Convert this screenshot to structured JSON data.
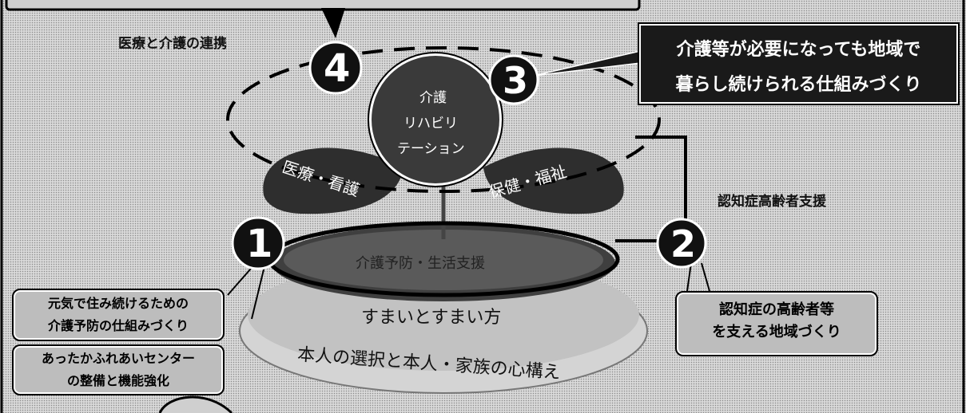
{
  "labels": {
    "medical_care_link": "医療と介護の連携",
    "dementia_support": "認知症高齢者支援"
  },
  "callouts": {
    "c3_line1": "介護等が必要になっても地域で",
    "c3_line2": "暮らし続けられる仕組みづくり",
    "c1_line1": "元気で住み続けるための",
    "c1_line2": "介護予防の仕組みづくり",
    "center_line1": "あったかふれあいセンター",
    "center_line2": "の整備と機能強化",
    "c2_line1": "認知症の高齢者等",
    "c2_line2": "を支える地域づくり"
  },
  "diagram": {
    "care_leaf_line1": "介護",
    "care_leaf_line2": "リハビリ",
    "care_leaf_line3": "テーション",
    "medical_leaf": "医療・看護",
    "health_leaf": "保健・福祉",
    "prevention": "介護予防・生活支援",
    "housing": "すまいとすまい方",
    "choice": "本人の選択と本人・家族の心構え"
  },
  "numbers": {
    "n1": "1",
    "n2": "2",
    "n3": "3",
    "n4": "4"
  },
  "colors": {
    "dark": "#1a1a1a",
    "leaf": "#3a3a3a",
    "bowl": "#cfcfcf",
    "callout_light": "#bdbdbd"
  }
}
